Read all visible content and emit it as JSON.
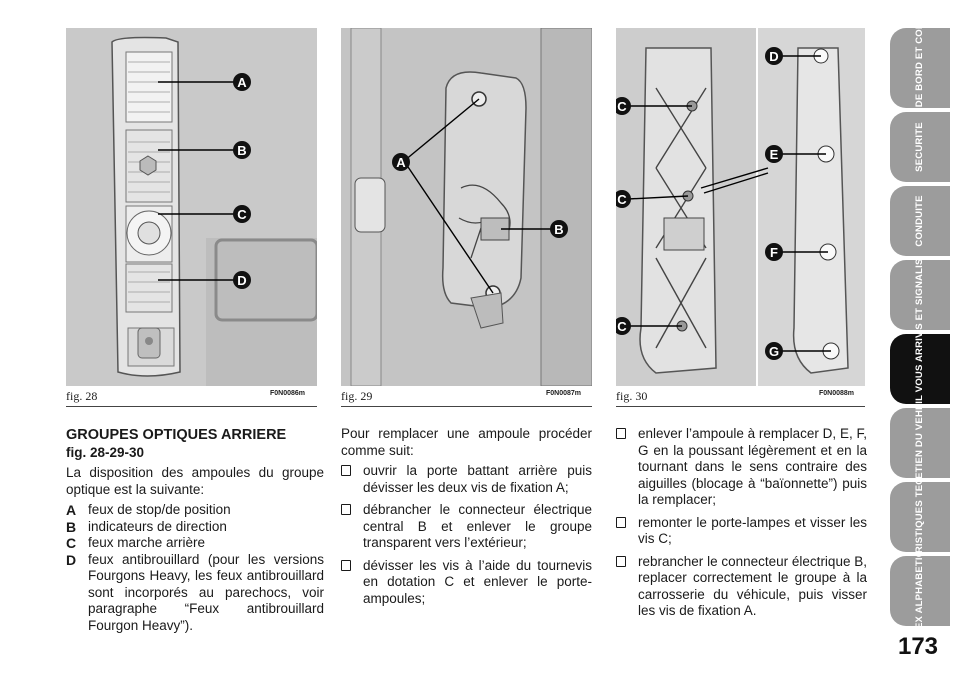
{
  "figures": [
    {
      "caption": "fig. 28",
      "code": "F0N0086m",
      "labels": [
        "A",
        "B",
        "C",
        "D"
      ]
    },
    {
      "caption": "fig. 29",
      "code": "F0N0087m",
      "labels": [
        "A",
        "B"
      ]
    },
    {
      "caption": "fig. 30",
      "code": "F0N0088m",
      "labels": [
        "C",
        "C",
        "C",
        "D",
        "E",
        "F",
        "G"
      ]
    }
  ],
  "col1": {
    "heading": "GROUPES OPTIQUES ARRIERE",
    "subheading": "fig. 28-29-30",
    "intro": "La disposition des ampoules du groupe optique est la suivante:",
    "defs": [
      {
        "letter": "A",
        "text": "feux de stop/de position"
      },
      {
        "letter": "B",
        "text": "indicateurs de direction"
      },
      {
        "letter": "C",
        "text": "feux marche arrière"
      },
      {
        "letter": "D",
        "text": "feux antibrouillard (pour les versions Fourgons Heavy, les feux antibrouillard sont incorporés au parechocs, voir paragraphe “Feux antibrouillard Fourgon Heavy”)."
      }
    ]
  },
  "col2": {
    "intro": "Pour remplacer une ampoule procéder comme suit:",
    "items": [
      "ouvrir la porte battant arrière puis dévisser les deux vis de fixation A;",
      "débrancher le connecteur électrique central B et enlever le groupe transparent vers l’extérieur;",
      "dévisser les vis à l’aide du tournevis en dotation C et enlever le porte-ampoules;"
    ]
  },
  "col3": {
    "items": [
      "enlever l’ampoule à remplacer D, E, F, G en la poussant légèrement et en la tournant dans le sens contraire des aiguilles (blocage à “baïonnette”) puis la remplacer;",
      "remonter le porte-lampes et visser les vis C;",
      "rebrancher le connecteur électrique B, replacer correctement le groupe à la carrosserie du véhicule, puis visser les vis de fixation A."
    ]
  },
  "tabs": [
    {
      "label": "PLANCHE DE BORD ET COMMANDES",
      "active": false
    },
    {
      "label": "SECURITE",
      "active": false
    },
    {
      "label": "CONDUITE",
      "active": false
    },
    {
      "label": "TEMOINS ET SIGNALISATIONS",
      "active": false
    },
    {
      "label": "S’IL VOUS ARRIVE",
      "active": true
    },
    {
      "label": "ENTRETIEN DU VEHICULE",
      "active": false
    },
    {
      "label": "CARACTERISTIQUES TECHNIQUES",
      "active": false
    },
    {
      "label": "INDEX ALPHABETIQUE",
      "active": false
    }
  ],
  "page_number": "173",
  "colors": {
    "tab": "#9c9c9c",
    "tab_active": "#111111",
    "figure_bg": "#cfcfcf"
  }
}
